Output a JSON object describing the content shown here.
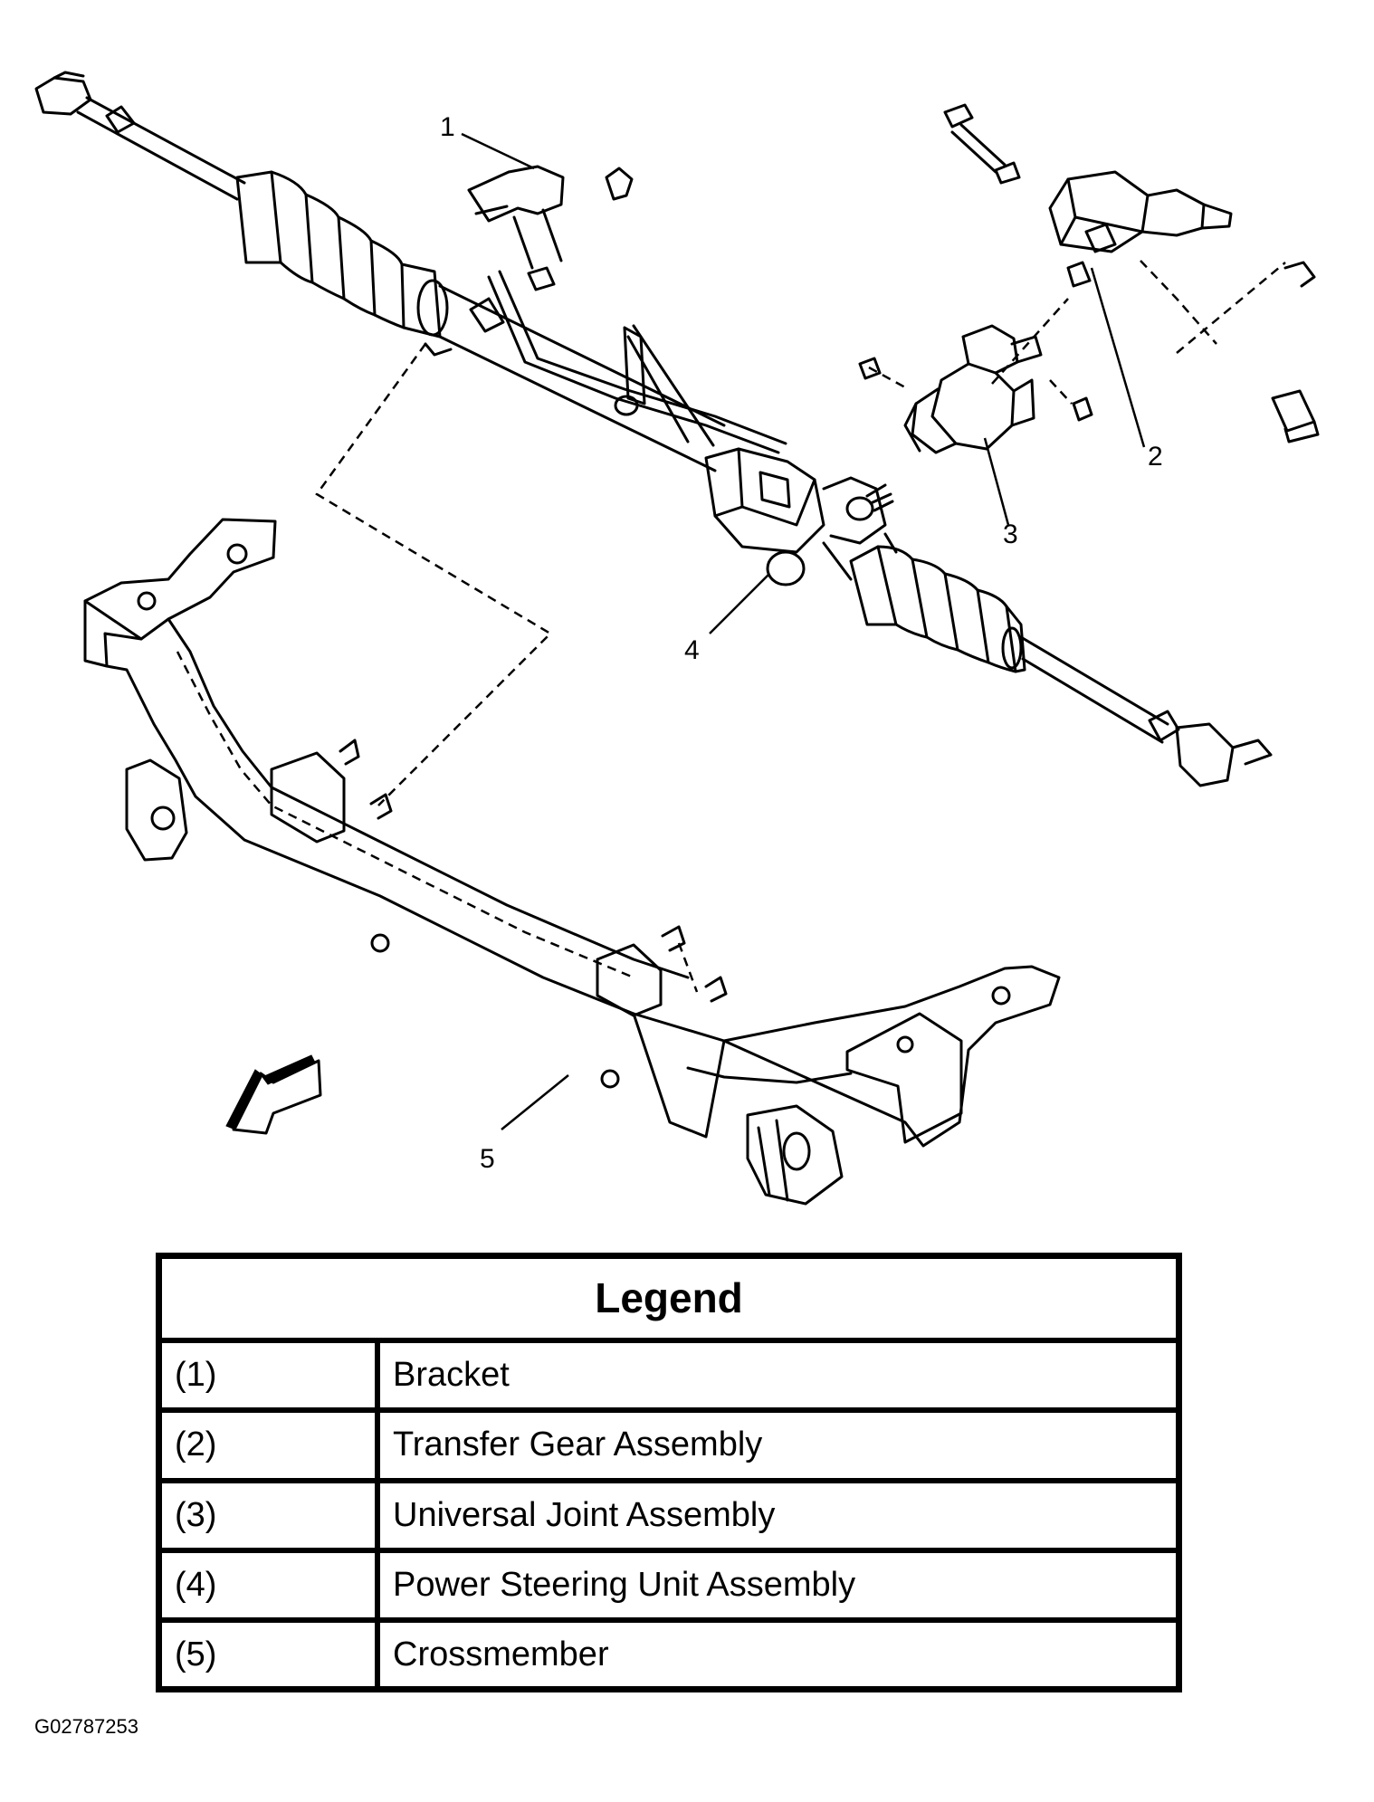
{
  "callouts": [
    "1",
    "2",
    "3",
    "4",
    "5"
  ],
  "legend": {
    "title": "Legend",
    "rows": [
      {
        "key": "(1)",
        "label": "Bracket"
      },
      {
        "key": "(2)",
        "label": "Transfer Gear Assembly"
      },
      {
        "key": "(3)",
        "label": "Universal Joint Assembly"
      },
      {
        "key": "(4)",
        "label": "Power Steering Unit Assembly"
      },
      {
        "key": "(5)",
        "label": "Crossmember"
      }
    ]
  },
  "figure_id": "G02787253"
}
